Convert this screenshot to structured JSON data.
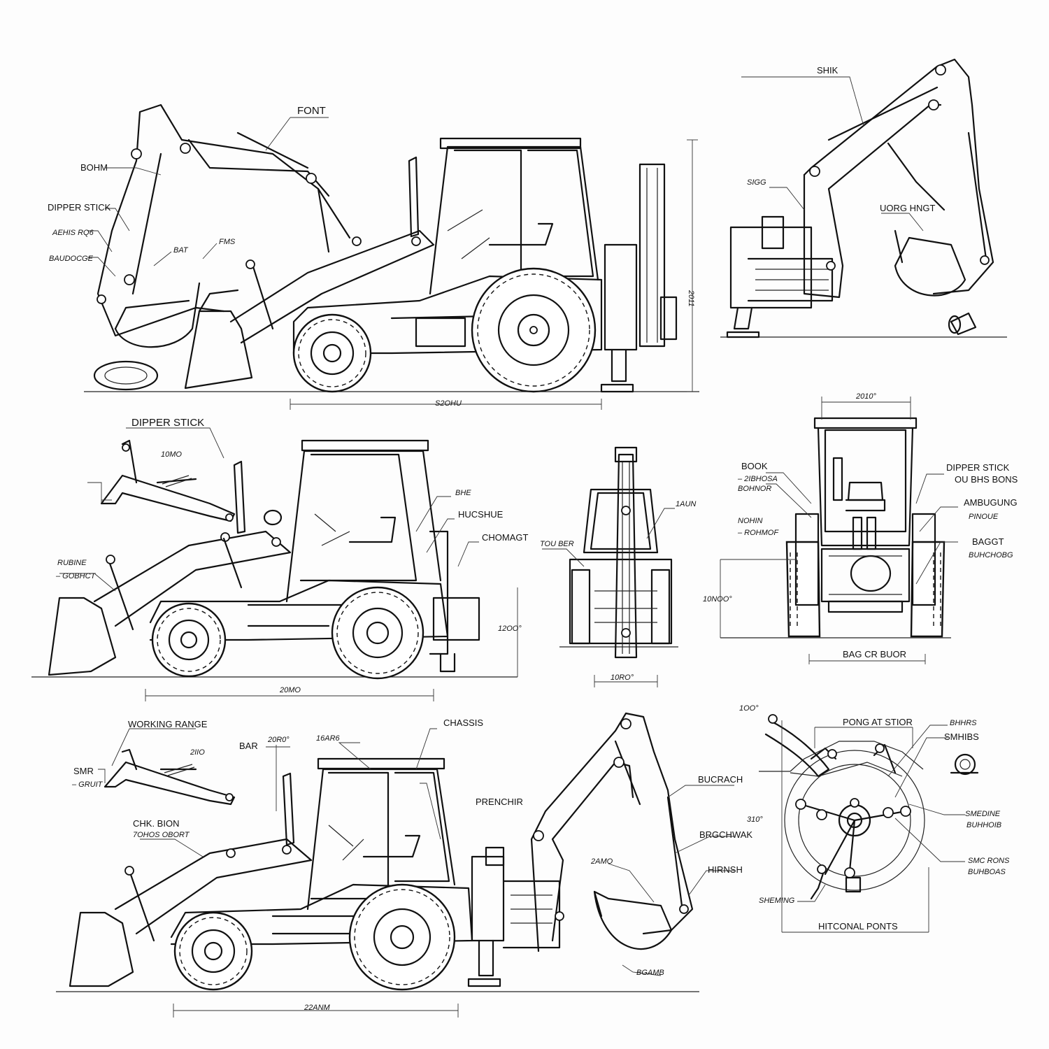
{
  "labels": {
    "front": "FONT",
    "boom": "BOHM",
    "dipper_stick_1": "DIPPER STICK",
    "arms_1": "AEHIS RQ6",
    "backhoe_1": "BAUDOCGE",
    "bat": "BAT",
    "fms": "FMS",
    "dim_height_1": "2011",
    "dim_len_1": "S2OHU",
    "shik": "SHIK",
    "sig": "SIGG",
    "uorg": "UORG HNGT",
    "dipper_stick_2": "DIPPER STICK",
    "dim_10mo": "10MO",
    "bhe": "BHE",
    "huchine": "HUCSHUE",
    "rbsine": "RUBINE",
    "rbsine_sub": "– GOBHCT",
    "chomust": "CHOMAGT",
    "dim_1aun": "1AUN",
    "tobsr": "TOU BER",
    "dim_12oo": "12OO°",
    "dim_200mo": "20MO",
    "dim_10ro": "10RO°",
    "dim_2010": "2010°",
    "book": "BOOK",
    "book_sub": "– 2IBHOSA",
    "book_sub2": "BOHNOR",
    "nonin": "NOHIN",
    "nonin_sub": "– ROHMOF",
    "dipper_stick_3": "DIPPER STICK",
    "ou_bhs": "OU BHS BONS",
    "arugung": "AMBUGUNG",
    "pinoue": "PINOUE",
    "bagt": "BAGGT",
    "bagt_sub": "BUHCHOBG",
    "dim_10noo": "10NOO°",
    "bag_cr": "BAG CR BUOR",
    "working_range": "WORKING RANGE",
    "dim_2iio": "2IIO",
    "bar": "BAR",
    "dim_20r0": "20R0°",
    "dim_16ar6": "16AR6",
    "chassis": "CHASSIS",
    "smr": "SMR",
    "smr_sub": "– GRUIT",
    "chk_bion": "CHK. BION",
    "chk_sub": "7OHOS OBORT",
    "prenchr": "PRENCHIR",
    "dim_2amo": "2AMO",
    "buchsn": "BUCRACH",
    "brechak": "BRGCHWAK",
    "hirnsh": "HIRNSH",
    "bgamb": "BGAMB",
    "dim_22anm": "22ANM",
    "dim_1oo": "1OO°",
    "pone_stor": "PONG AT STIOR",
    "bhhrs": "BHHRS",
    "smhibs": "SMHIBS",
    "dim_310": "310°",
    "smedine": "SMEDINE",
    "smedine_sub": "BUHHOIB",
    "smc_rone": "SMC RONS",
    "smc_sub": "BUHBOAS",
    "sheming": "SHEMING",
    "hitconal": "HITCONAL PONTS"
  }
}
